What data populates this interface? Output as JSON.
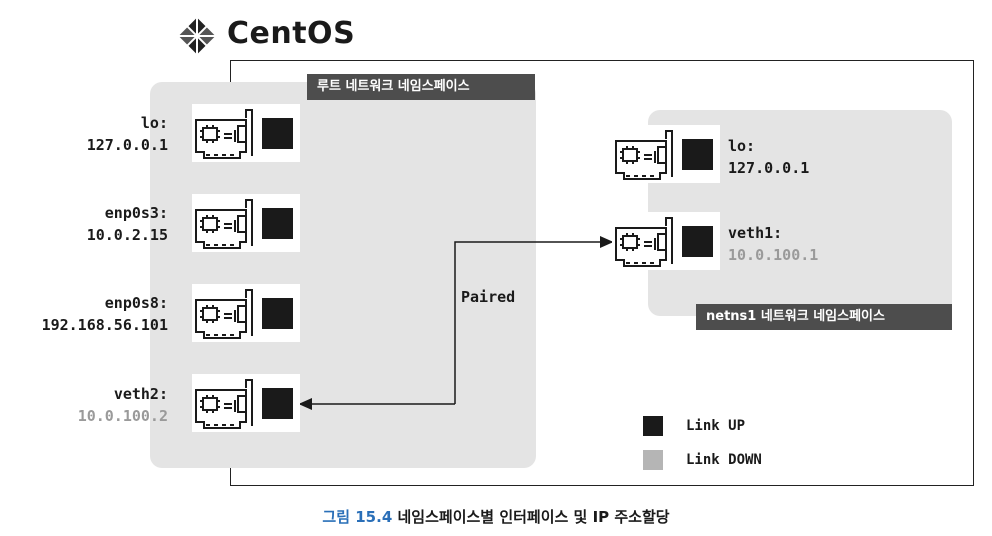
{
  "logo": {
    "text": "CentOS"
  },
  "namespaces": {
    "root": {
      "label": "루트 네트워크 네임스페이스"
    },
    "netns1": {
      "label": "netns1 네트워크 네임스페이스"
    }
  },
  "root_interfaces": [
    {
      "name": "lo:",
      "ip": "127.0.0.1",
      "state": "up"
    },
    {
      "name": "enp0s3:",
      "ip": "10.0.2.15",
      "state": "up"
    },
    {
      "name": "enp0s8:",
      "ip": "192.168.56.101",
      "state": "up"
    },
    {
      "name": "veth2:",
      "ip": "10.0.100.2",
      "state": "up"
    }
  ],
  "netns1_interfaces": [
    {
      "name": "lo:",
      "ip": "127.0.0.1",
      "state": "up"
    },
    {
      "name": "veth1:",
      "ip": "10.0.100.1",
      "state": "up"
    }
  ],
  "link": {
    "label": "Paired"
  },
  "legend": {
    "up": {
      "label": "Link UP",
      "color": "#1a1a1a"
    },
    "down": {
      "label": "Link DOWN",
      "color": "#b5b5b5"
    }
  },
  "caption": {
    "figure": "그림 15.4",
    "text": "네임스페이스별 인터페이스 및 IP 주소할당"
  }
}
